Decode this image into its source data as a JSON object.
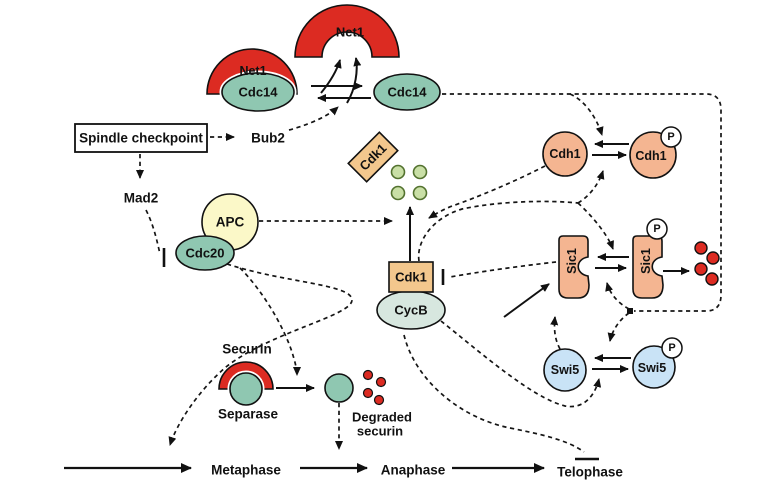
{
  "figure": {
    "type": "pathway-diagram",
    "topic": "Regulation of mitotic exit: Cdc14 release, APC activation and Cdk1 inactivation",
    "background": "#ffffff"
  },
  "labels": {
    "net1_free": "Net1",
    "net1_bound": "Net1",
    "cdc14_bound": "Cdc14",
    "cdc14_free": "Cdc14",
    "spindle_checkpoint": "Spindle checkpoint",
    "bub2": "Bub2",
    "mad2": "Mad2",
    "apc": "APC",
    "cdc20": "Cdc20",
    "cdk1_released": "Cdk1",
    "cdk1": "Cdk1",
    "cycb": "CycB",
    "cdh1": "Cdh1",
    "cdh1_p": "Cdh1",
    "sic1": "Sic1",
    "sic1_p": "Sic1",
    "swi5": "Swi5",
    "swi5_p": "Swi5",
    "phospho": "P",
    "securin": "Securin",
    "separase": "Separase",
    "degraded_line1": "Degraded",
    "degraded_line2": "securin",
    "metaphase": "Metaphase",
    "anaphase": "Anaphase",
    "telophase": "Telophase"
  },
  "colors": {
    "red": "#DC2B22",
    "teal_green": "#8FC7B1",
    "pale_yellow": "#FBF8C8",
    "tan": "#F3C78D",
    "salmon": "#F4B591",
    "light_blue": "#C9E3F6",
    "cycb_green": "#D7E7DF",
    "dot_green_fill": "#C9DFA6",
    "dot_green_stroke": "#53722F",
    "white": "#FFFFFF",
    "line": "#111111"
  },
  "edges": [
    {
      "from": "Net1-Cdc14 complex",
      "to": "free Net1 + free Cdc14",
      "type": "reversible-exchange"
    },
    {
      "from": "Spindle checkpoint",
      "to": "Bub2",
      "type": "dashed-arrow"
    },
    {
      "from": "Bub2",
      "to": "Cdc14 sequestration reaction",
      "type": "dashed-arrow"
    },
    {
      "from": "Spindle checkpoint",
      "to": "Mad2",
      "type": "dashed-arrow"
    },
    {
      "from": "Mad2",
      "to": "Cdc20",
      "type": "inhibition"
    },
    {
      "from": "APC",
      "to": "Cdk1-CycB degradation arrow",
      "type": "dashed-arrow"
    },
    {
      "from": "Cdh1",
      "to": "Cdk1-CycB degradation arrow",
      "type": "dashed-arrow"
    },
    {
      "from": "Cdk1",
      "to": "Cdh1 <-> Cdh1-P arrows",
      "type": "dashed-arrow"
    },
    {
      "from": "Cdk1",
      "to": "Sic1 <-> Sic1-P arrows",
      "type": "dashed-arrow"
    },
    {
      "from": "Cdc14",
      "to": "Cdh1-P -> Cdh1 arrow",
      "type": "dashed-arrow"
    },
    {
      "from": "Cdc14",
      "to": "Sic1 <-> Sic1-P arrows",
      "type": "dashed-arrow"
    },
    {
      "from": "Cdc14",
      "to": "Swi5-P -> Swi5 arrow",
      "type": "dashed-arrow"
    },
    {
      "from": "Sic1",
      "to": "Cdk1",
      "type": "inhibition"
    },
    {
      "from": "Cdk1-CycB",
      "to": "Telophase",
      "type": "inhibition"
    },
    {
      "from": "Cdk1-CycB",
      "to": "Swi5 phosphorylation arrow",
      "type": "dashed-arrow"
    },
    {
      "from": "Swi5",
      "to": "Sic1 synthesis arrow",
      "type": "dashed-arrow"
    },
    {
      "from": "Cdc20",
      "to": "Metaphase entry arrow",
      "type": "dashed-arrow"
    },
    {
      "from": "Cdc20",
      "to": "Securin degradation arrow",
      "type": "dashed-arrow"
    },
    {
      "from": "Sic1-P",
      "to": "degradation products (red dots)",
      "type": "solid-arrow"
    },
    {
      "from": "Cdk1-CycB",
      "to": "free Cdk1 + degraded cyclin (green dots)",
      "type": "solid-arrow"
    },
    {
      "from": "Securin-Separase",
      "to": "free Separase + degraded securin",
      "type": "solid-arrow"
    },
    {
      "from": "Degraded securin",
      "to": "Anaphase transition arrow",
      "type": "dashed-arrow"
    },
    {
      "from": "Metaphase",
      "to": "Anaphase",
      "type": "solid-arrow"
    },
    {
      "from": "Anaphase",
      "to": "Telophase",
      "type": "solid-arrow"
    }
  ],
  "phases": [
    "Metaphase",
    "Anaphase",
    "Telophase"
  ]
}
